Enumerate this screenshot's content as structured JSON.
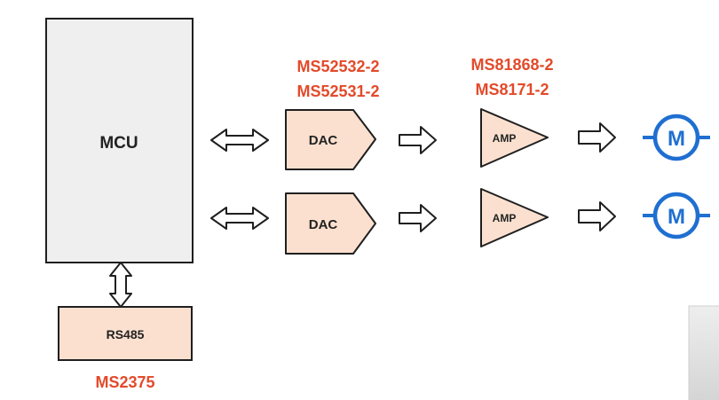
{
  "colors": {
    "part_number": "#e34a2a",
    "block_fill": "#fbe0cf",
    "mcu_fill": "#efefef",
    "outline": "#1f1f1f",
    "motor": "#1f6fd1",
    "gray_panel": "#d9d9d9"
  },
  "mcu": {
    "label": "MCU"
  },
  "rs485": {
    "label": "RS485",
    "part": "MS2375"
  },
  "dac": {
    "parts": [
      "MS52532-2",
      "MS52531-2"
    ],
    "channels": [
      {
        "label": "DAC"
      },
      {
        "label": "DAC"
      }
    ]
  },
  "amp": {
    "parts": [
      "MS81868-2",
      "MS8171-2"
    ],
    "channels": [
      {
        "label": "AMP"
      },
      {
        "label": "AMP"
      }
    ]
  },
  "motors": [
    {
      "label": "M",
      "icon": "motor-icon"
    },
    {
      "label": "M",
      "icon": "motor-icon"
    }
  ],
  "arrows": {
    "mcu_dac": "bidirectional-arrow-icon",
    "mcu_rs485": "bidirectional-arrow-icon",
    "signal": "right-arrow-icon"
  }
}
